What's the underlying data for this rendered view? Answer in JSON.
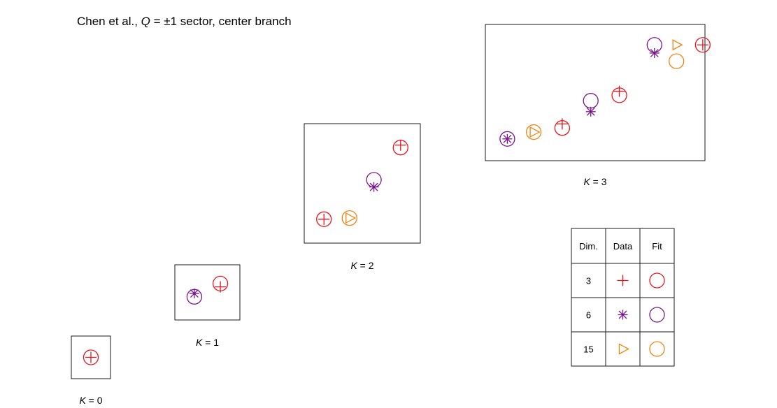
{
  "title": {
    "prefix": "Chen et al., ",
    "italic": "Q",
    "suffix": " = ±1 sector, center branch"
  },
  "colors": {
    "dim3": "#e8141c",
    "dim6": "#7a168c",
    "dim15": "#f08412",
    "frame": "#1a1a1a"
  },
  "legend": {
    "headers": [
      "Dim.",
      "Data",
      "Fit"
    ],
    "rows": [
      {
        "dim": "3",
        "data_marker": "plus",
        "fit_marker": "circle",
        "color_key": "dim3"
      },
      {
        "dim": "6",
        "data_marker": "asterisk",
        "fit_marker": "circle",
        "color_key": "dim6"
      },
      {
        "dim": "15",
        "data_marker": "triangle",
        "fit_marker": "circle",
        "color_key": "dim15"
      }
    ]
  },
  "chart_data": [
    {
      "type": "scatter",
      "label": {
        "var": "K",
        "value": "0"
      },
      "xlim": [
        0,
        1
      ],
      "ylim": [
        0,
        1
      ],
      "points": [
        {
          "x": 0.5,
          "y": 0.5,
          "dim": "3",
          "kind": "data"
        },
        {
          "x": 0.5,
          "y": 0.5,
          "dim": "3",
          "kind": "fit"
        }
      ]
    },
    {
      "type": "scatter",
      "label": {
        "var": "K",
        "value": "1"
      },
      "xlim": [
        0,
        1
      ],
      "ylim": [
        0,
        1
      ],
      "points": [
        {
          "x": 0.3,
          "y": 0.48,
          "dim": "6",
          "kind": "data"
        },
        {
          "x": 0.3,
          "y": 0.42,
          "dim": "6",
          "kind": "fit"
        },
        {
          "x": 0.7,
          "y": 0.6,
          "dim": "3",
          "kind": "data"
        },
        {
          "x": 0.7,
          "y": 0.66,
          "dim": "3",
          "kind": "fit"
        }
      ]
    },
    {
      "type": "scatter",
      "label": {
        "var": "K",
        "value": "2"
      },
      "xlim": [
        0,
        1
      ],
      "ylim": [
        0,
        1
      ],
      "points": [
        {
          "x": 0.17,
          "y": 0.2,
          "dim": "3",
          "kind": "data"
        },
        {
          "x": 0.17,
          "y": 0.2,
          "dim": "3",
          "kind": "fit"
        },
        {
          "x": 0.39,
          "y": 0.21,
          "dim": "15",
          "kind": "data"
        },
        {
          "x": 0.39,
          "y": 0.21,
          "dim": "15",
          "kind": "fit"
        },
        {
          "x": 0.6,
          "y": 0.47,
          "dim": "6",
          "kind": "data"
        },
        {
          "x": 0.6,
          "y": 0.53,
          "dim": "6",
          "kind": "fit"
        },
        {
          "x": 0.83,
          "y": 0.82,
          "dim": "3",
          "kind": "data"
        },
        {
          "x": 0.83,
          "y": 0.8,
          "dim": "3",
          "kind": "fit"
        }
      ]
    },
    {
      "type": "scatter",
      "label": {
        "var": "K",
        "value": "3"
      },
      "xlim": [
        0,
        1
      ],
      "ylim": [
        0,
        1
      ],
      "points": [
        {
          "x": 0.1,
          "y": 0.16,
          "dim": "6",
          "kind": "data"
        },
        {
          "x": 0.1,
          "y": 0.16,
          "dim": "6",
          "kind": "fit"
        },
        {
          "x": 0.22,
          "y": 0.21,
          "dim": "15",
          "kind": "data"
        },
        {
          "x": 0.22,
          "y": 0.21,
          "dim": "15",
          "kind": "fit"
        },
        {
          "x": 0.35,
          "y": 0.27,
          "dim": "3",
          "kind": "data"
        },
        {
          "x": 0.35,
          "y": 0.24,
          "dim": "3",
          "kind": "fit"
        },
        {
          "x": 0.48,
          "y": 0.36,
          "dim": "6",
          "kind": "data"
        },
        {
          "x": 0.48,
          "y": 0.44,
          "dim": "6",
          "kind": "fit"
        },
        {
          "x": 0.61,
          "y": 0.51,
          "dim": "3",
          "kind": "data"
        },
        {
          "x": 0.61,
          "y": 0.48,
          "dim": "3",
          "kind": "fit"
        },
        {
          "x": 0.77,
          "y": 0.79,
          "dim": "6",
          "kind": "data"
        },
        {
          "x": 0.77,
          "y": 0.85,
          "dim": "6",
          "kind": "fit"
        },
        {
          "x": 0.87,
          "y": 0.85,
          "dim": "15",
          "kind": "data"
        },
        {
          "x": 0.87,
          "y": 0.73,
          "dim": "15",
          "kind": "fit"
        },
        {
          "x": 0.99,
          "y": 0.85,
          "dim": "3",
          "kind": "data"
        },
        {
          "x": 0.99,
          "y": 0.85,
          "dim": "3",
          "kind": "fit"
        }
      ]
    }
  ]
}
